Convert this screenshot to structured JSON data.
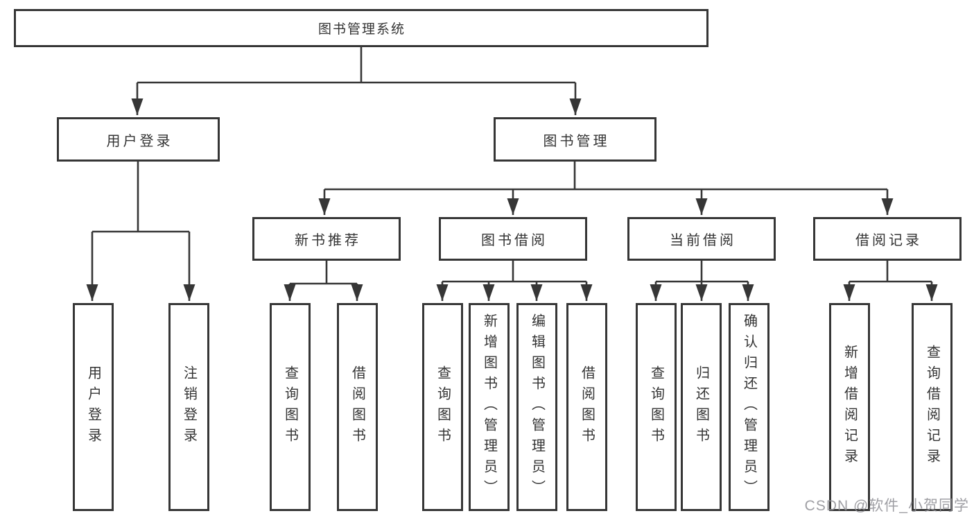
{
  "diagram_title": "图书管理系统",
  "colors": {
    "line": "#363636",
    "box_border": "#363636",
    "text": "#333333",
    "background": "#ffffff",
    "watermark": "#8e8e94"
  },
  "watermark": "CSDN @软件_小贺同学",
  "tree": {
    "root": "图书管理系统",
    "children": [
      {
        "label": "用户登录",
        "children": [
          "用户登录",
          "注销登录"
        ]
      },
      {
        "label": "图书管理",
        "children": [
          {
            "label": "新书推荐",
            "children": [
              "查询图书",
              "借阅图书"
            ]
          },
          {
            "label": "图书借阅",
            "children": [
              "查询图书",
              "新增图书（管理员）",
              "编辑图书（管理员）",
              "借阅图书"
            ]
          },
          {
            "label": "当前借阅",
            "children": [
              "查询图书",
              "归还图书",
              "确认归还（管理员）"
            ]
          },
          {
            "label": "借阅记录",
            "children": [
              "新增借阅记录",
              "查询借阅记录"
            ]
          }
        ]
      }
    ]
  }
}
